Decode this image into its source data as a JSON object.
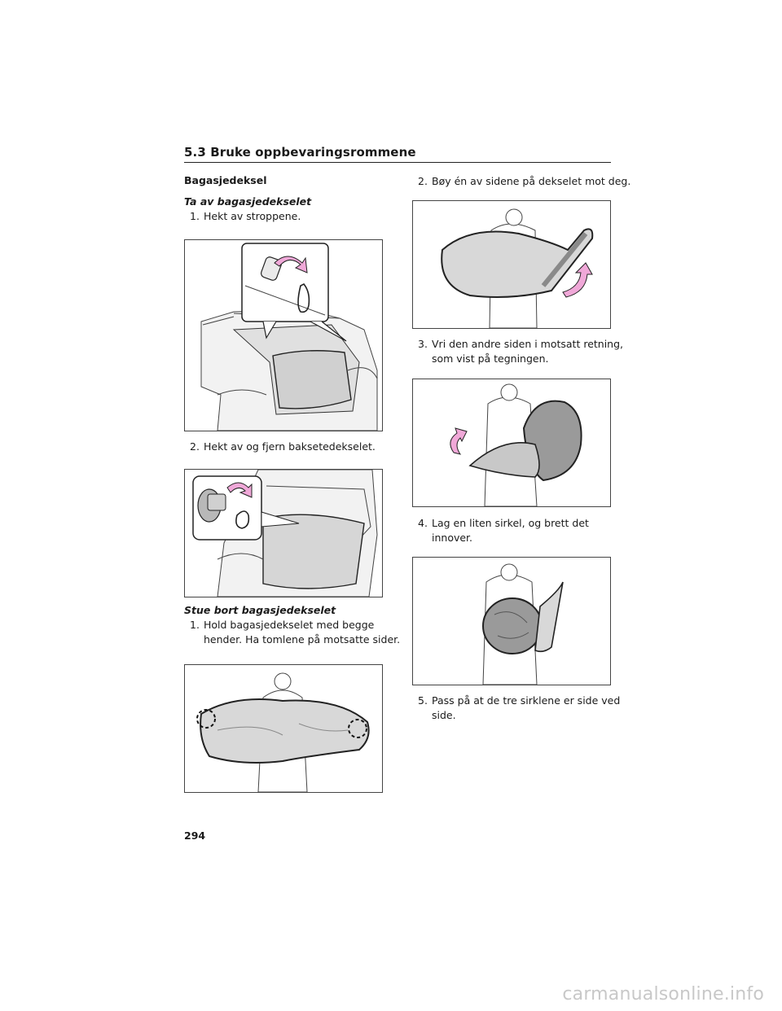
{
  "header": {
    "section_title": "5.3  Bruke oppbevaringsrommene"
  },
  "left": {
    "heading": "Bagasjedeksel",
    "sub1": "Ta av bagasjedekselet",
    "step1_num": "1.",
    "step1_text": "Hekt av stroppene.",
    "step2_num": "2.",
    "step2_text": "Hekt av og fjern baksetedekselet.",
    "sub2": "Stue bort bagasjedekselet",
    "step3_num": "1.",
    "step3_line1": "Hold bagasjedekselet med begge",
    "step3_line2": "hender. Ha tomlene på motsatte sider."
  },
  "right": {
    "step1_num": "2.",
    "step1_text": "Bøy én av sidene på dekselet mot deg.",
    "step2_num": "3.",
    "step2_line1": "Vri den andre siden i motsatt retning,",
    "step2_line2": "som vist på tegningen.",
    "step3_num": "4.",
    "step3_line1": "Lag en liten sirkel, og brett det",
    "step3_line2": "innover.",
    "step4_num": "5.",
    "step4_line1": "Pass på at de tre sirklene er side ved",
    "step4_line2": "side."
  },
  "footer": {
    "page_number": "294",
    "watermark": "carmanualsonline.info"
  },
  "colors": {
    "arrow_pink": "#f0a8d8",
    "cover_gray": "#d8d8d8",
    "cover_dark": "#9a9a9a"
  }
}
